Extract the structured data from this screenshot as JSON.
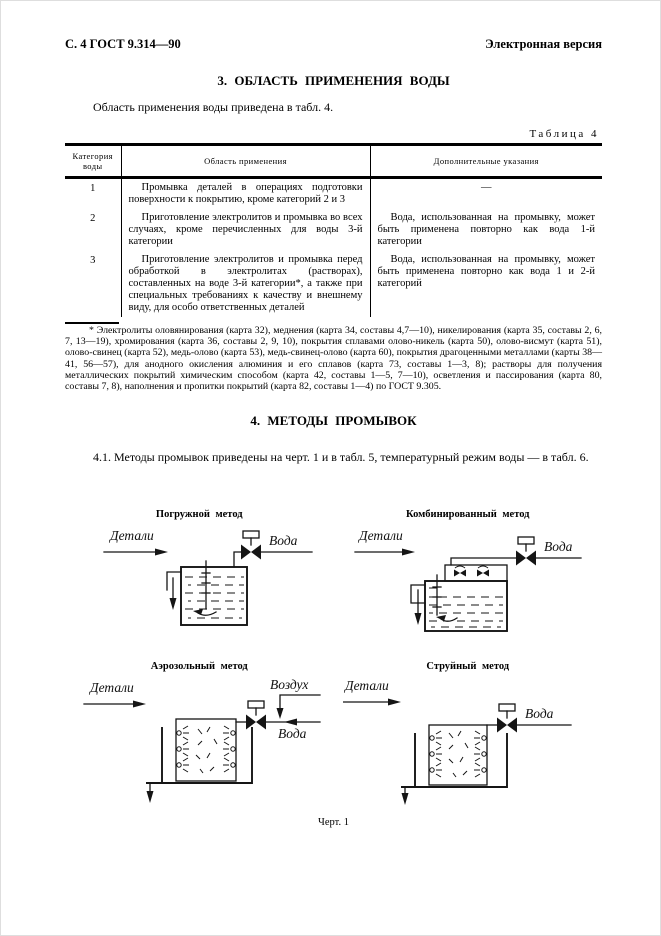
{
  "header": {
    "left": "С. 4 ГОСТ 9.314—90",
    "right": "Электронная версия"
  },
  "section3": {
    "title": "3. ОБЛАСТЬ ПРИМЕНЕНИЯ ВОДЫ",
    "intro": "Область применения воды приведена в табл. 4."
  },
  "table4": {
    "label": "Таблица 4",
    "columns": [
      "Категория воды",
      "Область применения",
      "Дополнительные указания"
    ],
    "rows": [
      {
        "category": "1",
        "application": "Промывка деталей в операциях подготовки поверхности к покрытию, кроме категорий 2 и 3",
        "notes": "—"
      },
      {
        "category": "2",
        "application": "Приготовление электролитов и промывка во всех случаях, кроме перечисленных для воды 3-й категории",
        "notes": "Вода, использованная на промывку, может быть применена повторно как вода 1-й категории"
      },
      {
        "category": "3",
        "application": "Приготовление электролитов и промывка перед обработкой в электролитах (растворах), составленных на воде 3-й категории*, а также при специальных требованиях к качеству и внешнему виду, для особо ответственных деталей",
        "notes": "Вода, использованная на промывку, может быть применена повторно как вода 1 и 2-й категорий"
      }
    ]
  },
  "footnote": "* Электролиты оловянирования (карта 32), меднения (карта 34, составы 4,7—10), никелирования (карта 35, составы 2, 6, 7, 13—19), хромирования (карта 36, составы 2, 9, 10), покрытия сплавами олово-никель (карта 50), олово-висмут (карта 51), олово-свинец (карта 52), медь-олово (карта 53), медь-свинец-олово (карта 60), покрытия драгоценными металлами (карты 38—41, 56—57), для анодного окисления алюминия и его сплавов (карта 73, составы 1—3, 8); растворы для получения металлических покрытий химическим способом (карта 42, составы 1—5, 7—10), осветления и пассирования (карта 80, составы 7, 8), наполнения и пропитки покрытий (карта 82, составы 1—4) по ГОСТ 9.305.",
  "section4": {
    "title": "4. МЕТОДЫ ПРОМЫВОК",
    "para": "4.1. Методы промывок приведены на черт. 1 и в табл. 5, температурный режим воды — в табл. 6."
  },
  "figure1": {
    "methods": [
      {
        "title": "Погружной метод",
        "parts_label": "Детали",
        "water_label": "Вода"
      },
      {
        "title": "Комбинированный метод",
        "parts_label": "Детали",
        "water_label": "Вода"
      },
      {
        "title": "Аэрозольный метод",
        "parts_label": "Детали",
        "air_label": "Воздух",
        "water_label": "Вода"
      },
      {
        "title": "Струйный метод",
        "parts_label": "Детали",
        "water_label": "Вода"
      }
    ],
    "caption": "Черт. 1"
  }
}
